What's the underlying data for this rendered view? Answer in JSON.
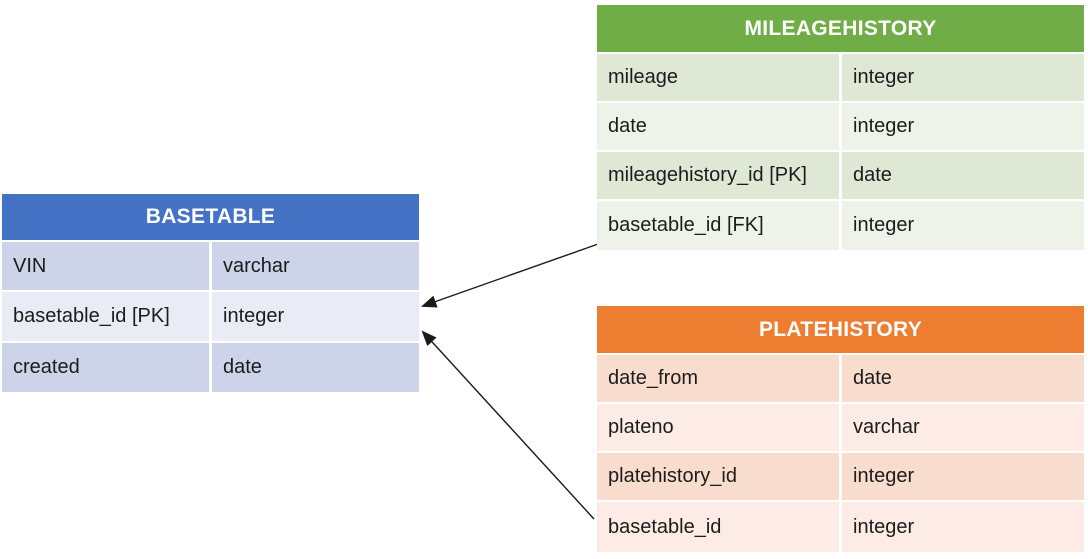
{
  "diagram": {
    "kind": "entity-relationship-diagram",
    "background_color": "#ffffff",
    "arrow_color": "#1a1a1a",
    "tables": [
      {
        "name": "BASETABLE",
        "header_color": "#4472c4",
        "header_text_color": "#ffffff",
        "band_colors": [
          "#cdd3e8",
          "#e9ebf5"
        ],
        "columns": [
          "field",
          "type"
        ],
        "rows": [
          {
            "field": "VIN",
            "type": "varchar"
          },
          {
            "field": "basetable_id [PK]",
            "type": "integer"
          },
          {
            "field": "created",
            "type": "date"
          }
        ]
      },
      {
        "name": "MILEAGEHISTORY",
        "header_color": "#70ad47",
        "header_text_color": "#ffffff",
        "band_colors": [
          "#dee8d5",
          "#eef2e8"
        ],
        "columns": [
          "field",
          "type"
        ],
        "rows": [
          {
            "field": "mileage",
            "type": "integer"
          },
          {
            "field": "date",
            "type": "integer"
          },
          {
            "field": "mileagehistory_id [PK]",
            "type": "date"
          },
          {
            "field": "basetable_id [FK]",
            "type": "integer"
          }
        ]
      },
      {
        "name": "PLATEHISTORY",
        "header_color": "#ed7d31",
        "header_text_color": "#ffffff",
        "band_colors": [
          "#f8dccd",
          "#fcece5"
        ],
        "columns": [
          "field",
          "type"
        ],
        "rows": [
          {
            "field": "date_from",
            "type": "date"
          },
          {
            "field": "plateno",
            "type": "varchar"
          },
          {
            "field": "platehistory_id",
            "type": "integer"
          },
          {
            "field": "basetable_id",
            "type": "integer"
          }
        ]
      }
    ],
    "relations": [
      {
        "from_table": "MILEAGEHISTORY",
        "from_field": "basetable_id [FK]",
        "to_table": "BASETABLE",
        "to_field": "basetable_id [PK]"
      },
      {
        "from_table": "PLATEHISTORY",
        "from_field": "basetable_id",
        "to_table": "BASETABLE",
        "to_field": "basetable_id [PK]"
      }
    ]
  }
}
